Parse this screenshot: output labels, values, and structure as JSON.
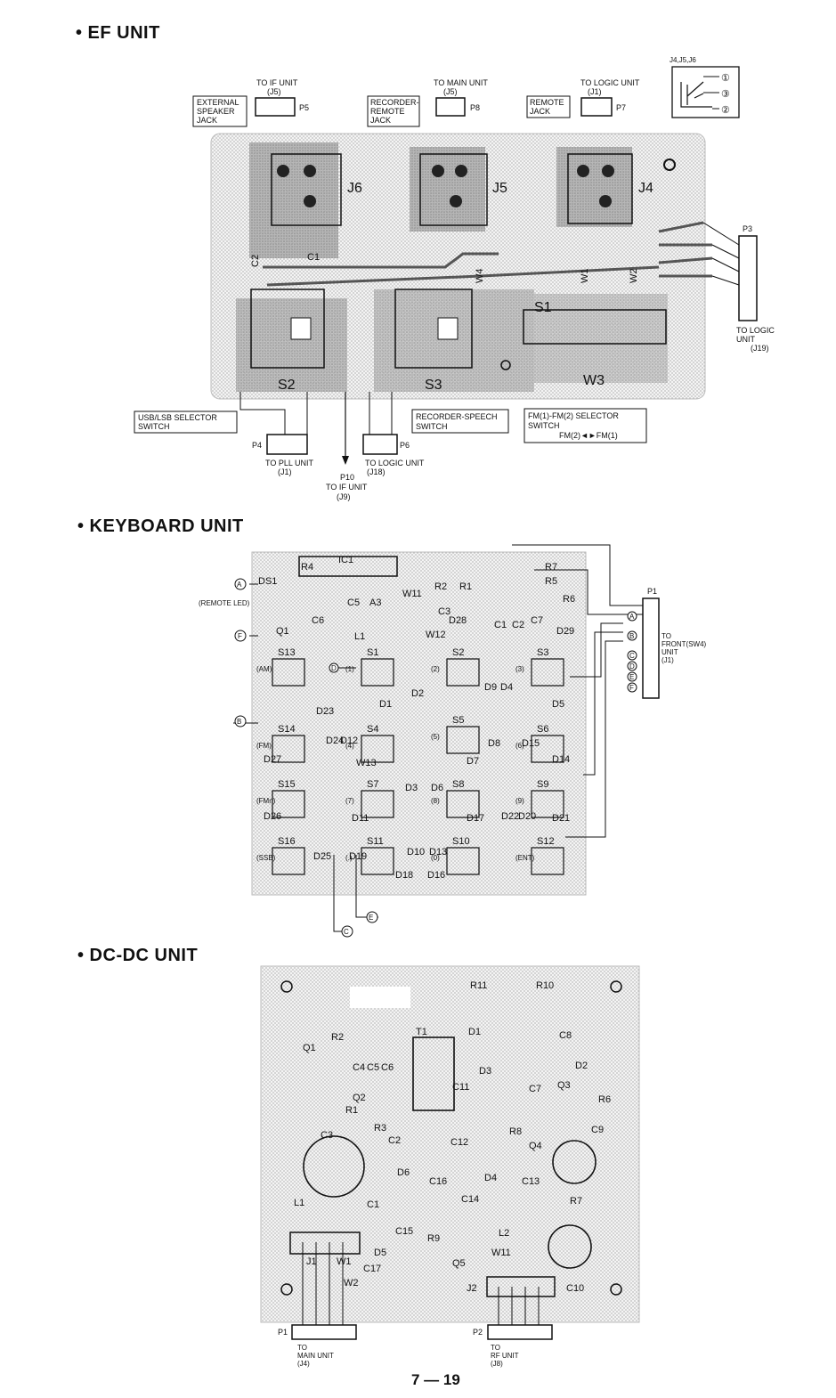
{
  "sections": {
    "ef": {
      "title": "• EF UNIT"
    },
    "keyboard": {
      "title": "• KEYBOARD UNIT"
    },
    "dcdc": {
      "title": "• DC-DC UNIT"
    }
  },
  "ef_unit": {
    "jack_legend_title": "J4,J5,J6",
    "jack_legend_pins": [
      "①",
      "③",
      "②"
    ],
    "connectors": {
      "p5_to": "TO IF UNIT",
      "p5_ref": "(J5)",
      "p5": "P5",
      "p8_to": "TO MAIN UNIT",
      "p8_ref": "(J5)",
      "p8": "P8",
      "p7_to": "TO LOGIC UNIT",
      "p7_ref": "(J1)",
      "p7": "P7",
      "p3": "P3",
      "p3_to": [
        "TO LOGIC",
        "UNIT",
        "(J19)"
      ],
      "p4": "P4",
      "p4_to": "TO PLL UNIT",
      "p4_ref": "(J1)",
      "p10": "P10",
      "p10_to": "TO IF UNIT",
      "p10_ref": "(J9)",
      "p6": "P6",
      "p6_to": "TO LOGIC UNIT",
      "p6_ref": "(J18)"
    },
    "boxes": {
      "external_speaker": [
        "EXTERNAL",
        "SPEAKER",
        "JACK"
      ],
      "recorder_remote": [
        "RECORDER-",
        "REMOTE",
        "JACK"
      ],
      "remote_jack": [
        "REMOTE",
        "JACK"
      ],
      "usb_lsb": [
        "USB/LSB SELECTOR",
        "SWITCH"
      ],
      "recorder_speech": [
        "RECORDER-SPEECH",
        "SWITCH"
      ],
      "fm_selector": [
        "FM(1)-FM(2) SELECTOR",
        "SWITCH",
        "FM(2)◄►FM(1)"
      ]
    },
    "parts": {
      "j6": "J6",
      "j5": "J5",
      "j4": "J4",
      "c1": "C1",
      "c2": "C2",
      "w1": "W1",
      "w2": "W2",
      "w3": "W3",
      "w4": "W4",
      "s1": "S1",
      "s2": "S2",
      "s3": "S3"
    }
  },
  "keyboard_unit": {
    "p1": "P1",
    "p1_to": [
      "TO",
      "FRONT(SW4)",
      "UNIT",
      "(J1)"
    ],
    "remote_led": "(REMOTE LED)",
    "pins": [
      "A",
      "B",
      "C",
      "D",
      "E",
      "F"
    ],
    "switches": [
      {
        "ref": "S13",
        "func": "(AM)"
      },
      {
        "ref": "S1",
        "func": "(1)"
      },
      {
        "ref": "S2",
        "func": "(2)"
      },
      {
        "ref": "S3",
        "func": "(3)"
      },
      {
        "ref": "S14",
        "func": "(FM)"
      },
      {
        "ref": "S4",
        "func": "(4)"
      },
      {
        "ref": "S5",
        "func": "(5)"
      },
      {
        "ref": "S6",
        "func": "(6)"
      },
      {
        "ref": "S15",
        "func": "(FMn)"
      },
      {
        "ref": "S7",
        "func": "(7)"
      },
      {
        "ref": "S8",
        "func": "(8)"
      },
      {
        "ref": "S9",
        "func": "(9)"
      },
      {
        "ref": "S16",
        "func": "(SSB)"
      },
      {
        "ref": "S11",
        "func": "(.)"
      },
      {
        "ref": "S10",
        "func": "(0)"
      },
      {
        "ref": "S12",
        "func": "(ENT)"
      }
    ],
    "parts": [
      "IC1",
      "R4",
      "DS1",
      "C5",
      "A3",
      "W11",
      "R2",
      "R1",
      "R7",
      "R5",
      "R6",
      "C6",
      "Q1",
      "L1",
      "C3",
      "D28",
      "W12",
      "C1",
      "C2",
      "C7",
      "D29",
      "D23",
      "D24",
      "D12",
      "W13",
      "D27",
      "D26",
      "D25",
      "D19",
      "D11",
      "D2",
      "D1",
      "D9",
      "D4",
      "D3",
      "D6",
      "D7",
      "D8",
      "D15",
      "D14",
      "D5",
      "D22",
      "D20",
      "D21",
      "D10",
      "D13",
      "D17",
      "D18",
      "D16"
    ]
  },
  "dcdc_unit": {
    "p1": "P1",
    "p1_to": [
      "TO",
      "MAIN UNIT",
      "(J4)"
    ],
    "p2": "P2",
    "p2_to": [
      "TO",
      "RF UNIT",
      "(J8)"
    ],
    "parts": [
      "R11",
      "R10",
      "Q1",
      "R2",
      "T1",
      "D1",
      "C8",
      "C4",
      "C5",
      "C6",
      "D3",
      "D2",
      "Q2",
      "C11",
      "C7",
      "Q3",
      "R6",
      "R1",
      "R3",
      "C3",
      "C2",
      "C12",
      "R8",
      "Q4",
      "C9",
      "D6",
      "L1",
      "C1",
      "C16",
      "D4",
      "C13",
      "C14",
      "R7",
      "C15",
      "R9",
      "L2",
      "J1",
      "W1",
      "Q5",
      "W11",
      "D5",
      "C17",
      "W2",
      "J2",
      "C10"
    ]
  },
  "page_number": "7 — 19"
}
